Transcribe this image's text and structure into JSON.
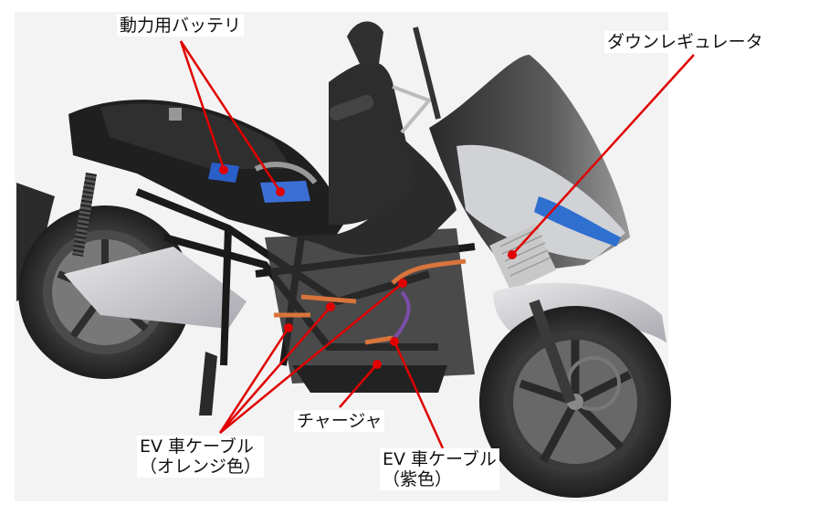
{
  "figure": {
    "subject": "Electric scooter cutaway with internal components labeled",
    "background_color": "#f3f3f3",
    "leader_color": "#e00000"
  },
  "labels": {
    "battery": {
      "text": "動力用バッテリ"
    },
    "down_regulator": {
      "text": "ダウンレギュレータ"
    },
    "charger": {
      "text": "チャージャ"
    },
    "ev_cable_orange": {
      "line1": "EV 車ケーブル",
      "line2": "（オレンジ色）"
    },
    "ev_cable_purple": {
      "line1": "EV 車ケーブル",
      "line2": "（紫色）"
    }
  }
}
